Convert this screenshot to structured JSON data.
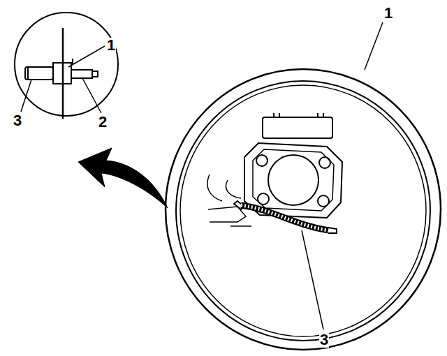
{
  "diagram": {
    "labels": [
      "1",
      "3",
      "2",
      "1",
      "3"
    ]
  }
}
